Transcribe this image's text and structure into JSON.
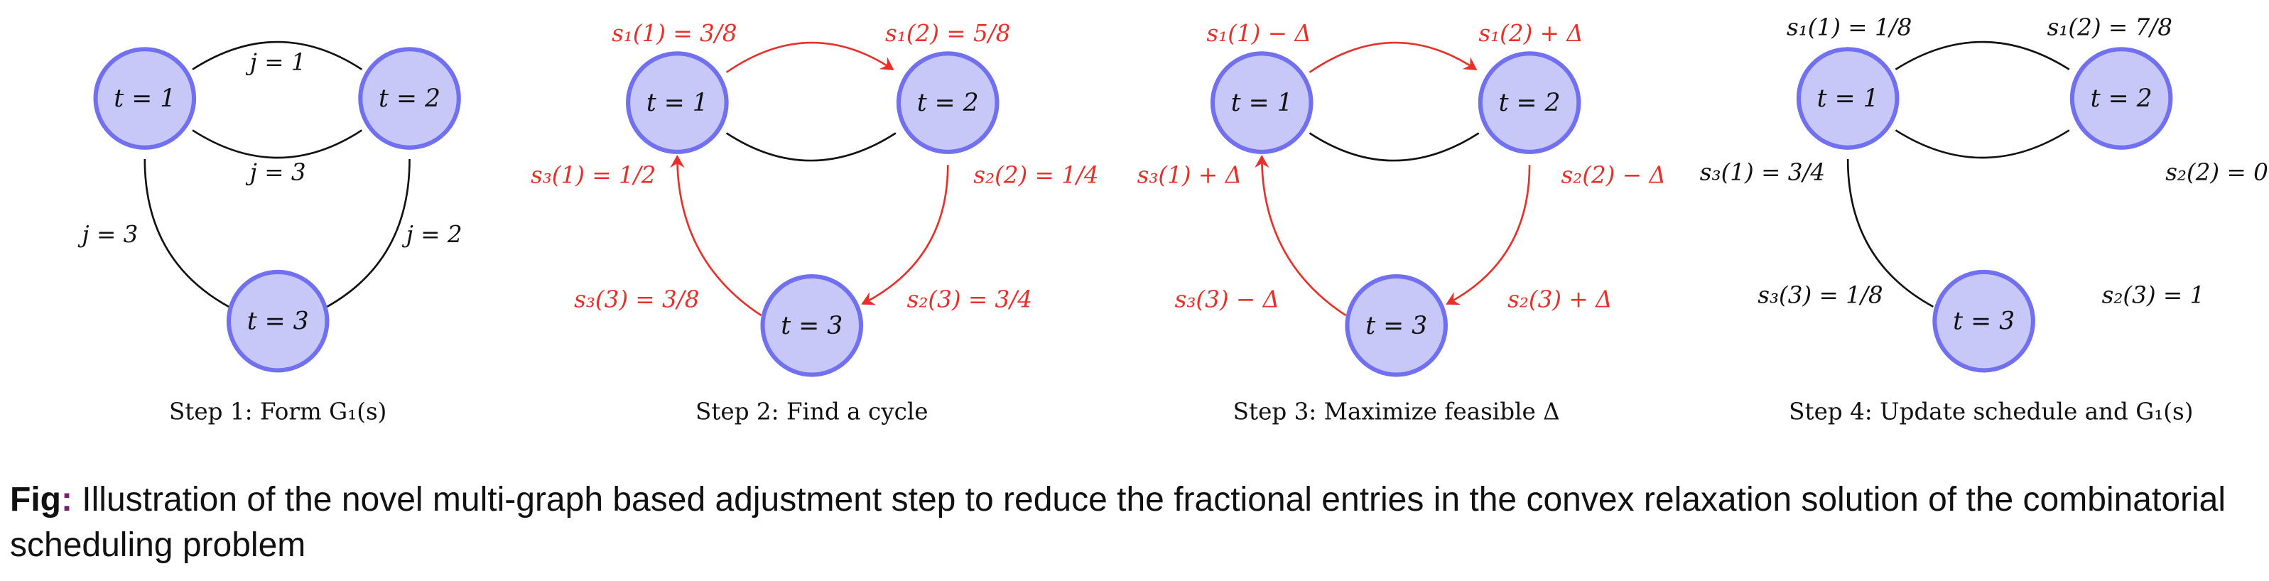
{
  "colors": {
    "node_fill": "#c8c8f8",
    "node_stroke": "#7070f0",
    "cycle": "#e8302a",
    "edge": "#111111",
    "fig_colon": "#7a1f6e"
  },
  "panels": [
    {
      "caption": "Step 1: Form G₁(s)",
      "nodes": [
        "t = 1",
        "t = 2",
        "t = 3"
      ],
      "edge_labels": {
        "top": "j = 1",
        "bottom": "j = 3",
        "left": "j = 3",
        "right": "j = 2"
      }
    },
    {
      "caption": "Step 2: Find a cycle",
      "nodes": [
        "t = 1",
        "t = 2",
        "t = 3"
      ],
      "labels": {
        "s1_1": "s₁(1) = 3/8",
        "s1_2": "s₁(2) = 5/8",
        "s3_1": "s₃(1) = 1/2",
        "s2_2": "s₂(2) = 1/4",
        "s3_3": "s₃(3) = 3/8",
        "s2_3": "s₂(3) = 3/4"
      }
    },
    {
      "caption": "Step 3: Maximize feasible Δ",
      "nodes": [
        "t = 1",
        "t = 2",
        "t = 3"
      ],
      "labels": {
        "s1_1": "s₁(1) − Δ",
        "s1_2": "s₁(2) + Δ",
        "s3_1": "s₃(1) + Δ",
        "s2_2": "s₂(2) − Δ",
        "s3_3": "s₃(3) − Δ",
        "s2_3": "s₂(3) + Δ"
      }
    },
    {
      "caption": "Step 4: Update schedule and G₁(s)",
      "nodes": [
        "t = 1",
        "t = 2",
        "t = 3"
      ],
      "labels": {
        "s1_1": "s₁(1) = 1/8",
        "s1_2": "s₁(2) = 7/8",
        "s3_1": "s₃(1) = 3/4",
        "s2_2": "s₂(2) = 0",
        "s3_3": "s₃(3) = 1/8",
        "s2_3": "s₂(3) = 1"
      }
    }
  ],
  "figure_caption": {
    "prefix": "Fig",
    "colon": ":",
    "text": " Illustration of the novel multi-graph based adjustment step to reduce the fractional entries in the convex relaxation solution of the combinatorial scheduling problem"
  }
}
